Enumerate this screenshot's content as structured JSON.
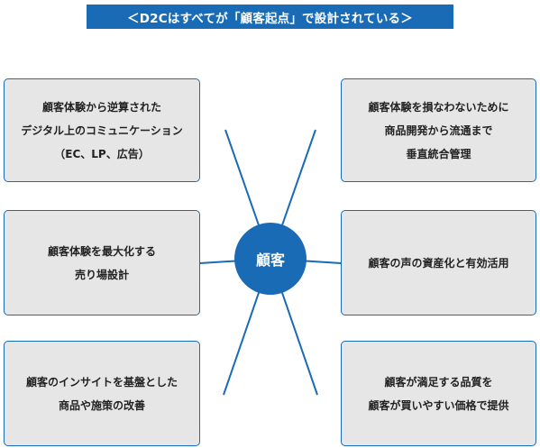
{
  "title": "＜D2Cはすべてが「顧客起点」で設計されている＞",
  "center_label": "顧客",
  "colors": {
    "accent": "#1a6bb5",
    "box_fill": "#e6e6e6",
    "text": "#222222"
  },
  "left_boxes": [
    {
      "lines": [
        "顧客体験から逆算された",
        "デジタル上のコミュニケーション",
        "（EC、LP、広告）"
      ]
    },
    {
      "lines": [
        "顧客体験を最大化する",
        "売り場設計"
      ]
    },
    {
      "lines": [
        "顧客のインサイトを基盤とした",
        "商品や施策の改善"
      ]
    }
  ],
  "right_boxes": [
    {
      "lines": [
        "顧客体験を損なわないために",
        "商品開発から流通まで",
        "垂直統合管理"
      ]
    },
    {
      "lines": [
        "顧客の声の資産化と有効活用"
      ]
    },
    {
      "lines": [
        "顧客が満足する品質を",
        "顧客が買いやすい価格で提供"
      ]
    }
  ]
}
